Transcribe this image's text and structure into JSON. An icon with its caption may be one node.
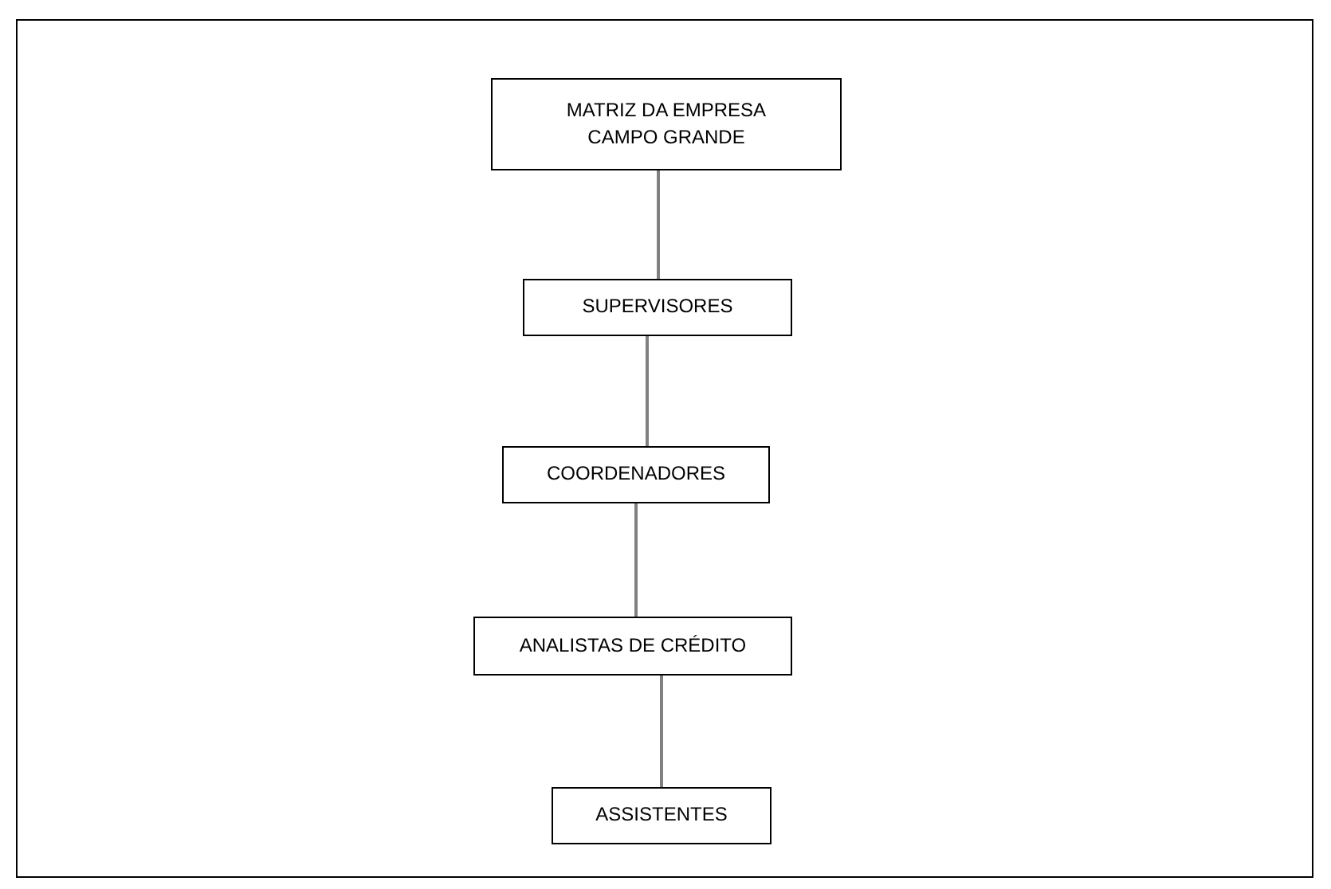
{
  "diagram": {
    "nodes": [
      {
        "text": [
          "MATRIZ DA EMPRESA CAMPO GRANDE"
        ]
      },
      {
        "text": [
          "SUPERVISORES"
        ]
      },
      {
        "text": [
          "COORDENADORES"
        ]
      },
      {
        "text": [
          "ANALISTAS DE CRÉDITO"
        ]
      },
      {
        "text": [
          "ASSISTENTES"
        ]
      }
    ],
    "edges": [
      {
        "from": 0,
        "to": 1,
        "arrow": "none"
      },
      {
        "from": 1,
        "to": 2,
        "arrow": "none"
      },
      {
        "from": 2,
        "to": 3,
        "arrow": "none"
      },
      {
        "from": 3,
        "to": 4,
        "arrow": "none"
      }
    ]
  }
}
